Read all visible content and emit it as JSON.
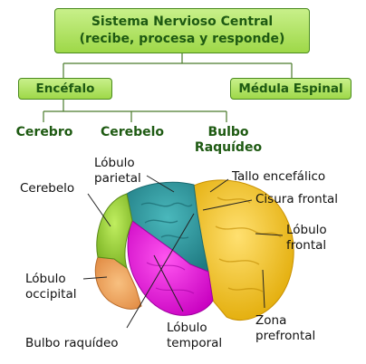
{
  "hierarchy": {
    "root": {
      "line1": "Sistema Nervioso Central",
      "line2": "(recibe, procesa y responde)"
    },
    "children": {
      "encefalo": "Encéfalo",
      "medula": "Médula Espinal"
    },
    "leaves": {
      "cerebro": "Cerebro",
      "cerebelo": "Cerebelo",
      "bulbo_line1": "Bulbo",
      "bulbo_line2": "Raquídeo"
    }
  },
  "brain_labels": {
    "lobulo_parietal_1": "Lóbulo",
    "lobulo_parietal_2": "parietal",
    "tallo": "Tallo encefálico",
    "cisura": "Cisura frontal",
    "cerebelo": "Cerebelo",
    "lobulo_frontal_1": "Lóbulo",
    "lobulo_frontal_2": "frontal",
    "lobulo_occipital_1": "Lóbulo",
    "lobulo_occipital_2": "occipital",
    "zona_1": "Zona",
    "zona_2": "prefrontal",
    "lobulo_temporal_1": "Lóbulo",
    "lobulo_temporal_2": "temporal",
    "bulbo": "Bulbo raquídeo"
  },
  "colors": {
    "box_fill": "#a8e050",
    "box_text": "#1e5a12",
    "frontal": "#f5c21a",
    "parietal": "#2f9aa0",
    "temporal": "#ee22e0",
    "occipital": "#f0a060",
    "cerebellum": "#9ad238"
  }
}
